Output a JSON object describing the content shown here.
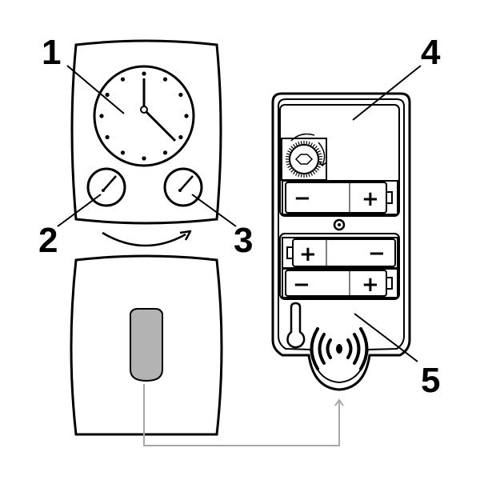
{
  "callouts": {
    "c1": "1",
    "c2": "2",
    "c3": "3",
    "c4": "4",
    "c5": "5"
  },
  "batteries": {
    "plus": "+",
    "minus": "−"
  },
  "clock": {
    "hands_time": "4:00"
  },
  "colors": {
    "line": "#000000",
    "cover_tab": "#b3b3b3",
    "connector": "#a8a8a8",
    "panel_fill": "#ffffff"
  },
  "icons": [
    "clock-face-icon",
    "knob-icon",
    "rotate-arrow-icon",
    "battery-icon",
    "gear-dial-icon",
    "thermometer-icon",
    "sound-wave-icon",
    "connector-arrow-icon"
  ]
}
